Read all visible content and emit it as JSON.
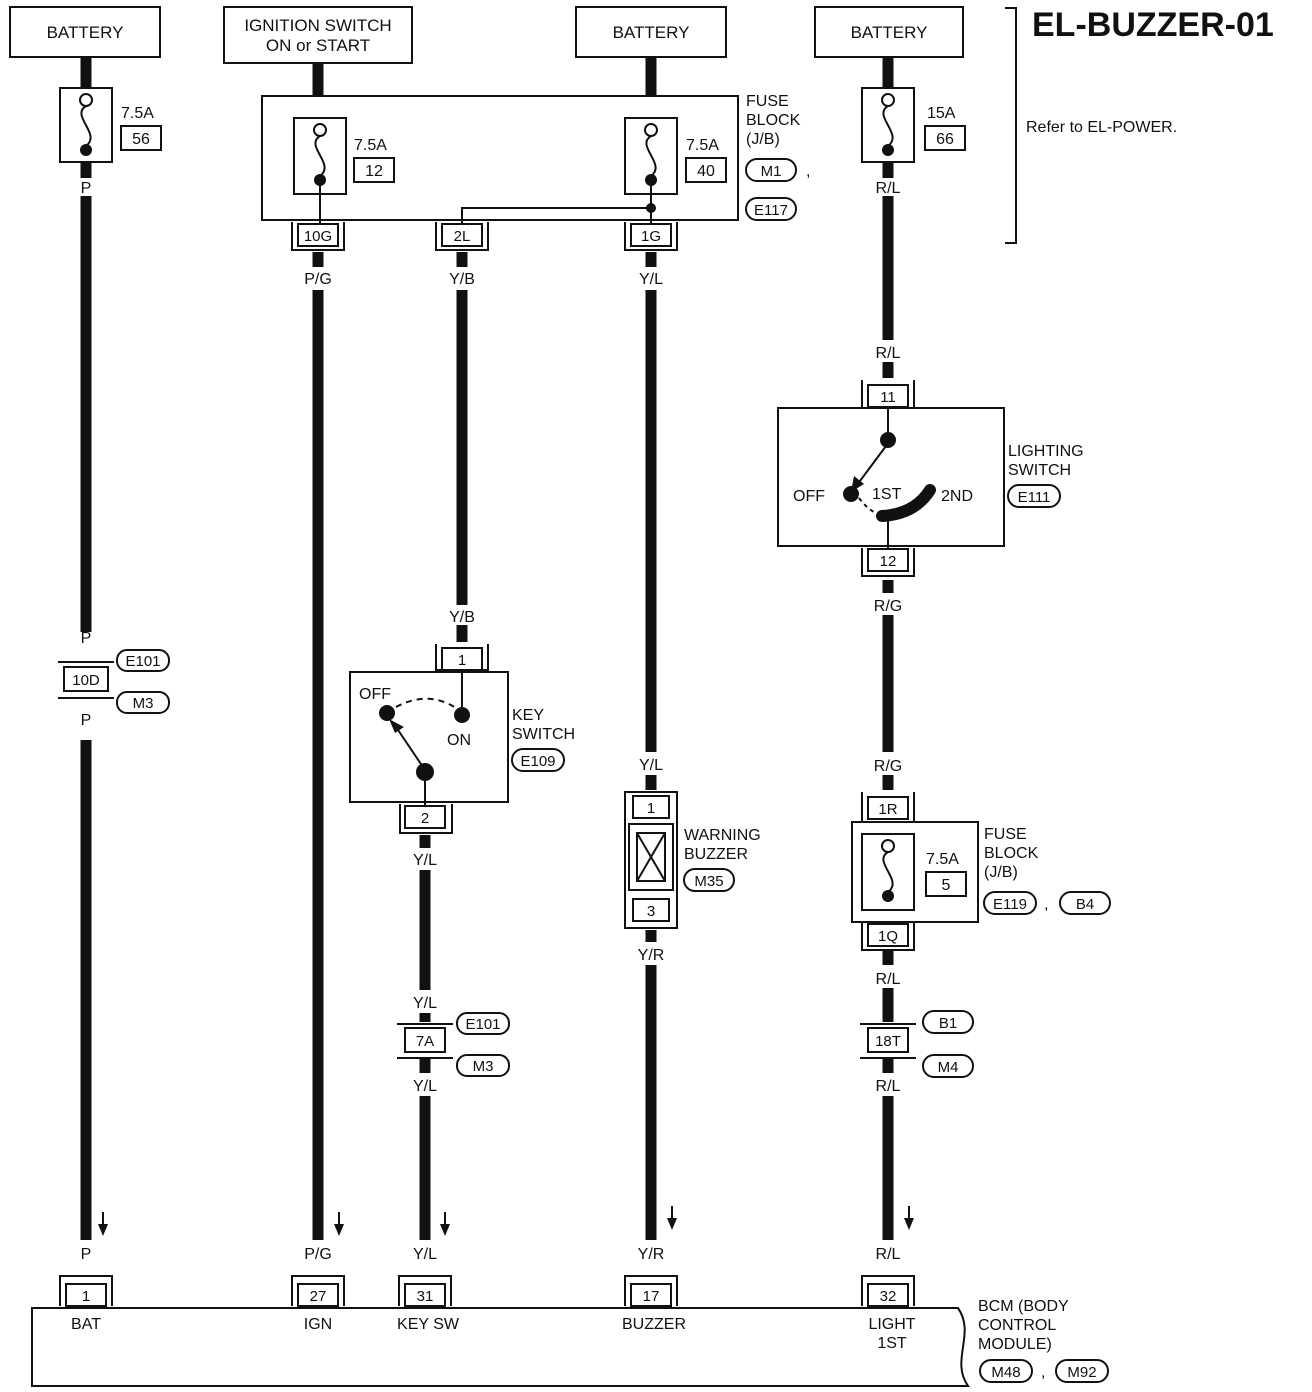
{
  "title": "EL-BUZZER-01",
  "refer_note": "Refer to EL-POWER.",
  "sources": {
    "battery_1": "BATTERY",
    "ign_line1": "IGNITION SWITCH",
    "ign_line2": "ON or START",
    "battery_2": "BATTERY",
    "battery_3": "BATTERY"
  },
  "fuses": {
    "f56": {
      "amp": "7.5A",
      "num": "56"
    },
    "f12": {
      "amp": "7.5A",
      "num": "12"
    },
    "f40": {
      "amp": "7.5A",
      "num": "40"
    },
    "f66": {
      "amp": "15A",
      "num": "66"
    },
    "f5": {
      "amp": "7.5A",
      "num": "5"
    }
  },
  "fuse_block_top": {
    "line1": "FUSE",
    "line2": "BLOCK",
    "line3": "(J/B)",
    "conn_a": "M1",
    "sep": ",",
    "conn_b": "E117"
  },
  "fuse_block_bottom": {
    "line1": "FUSE",
    "line2": "BLOCK",
    "line3": "(J/B)",
    "conn_a": "E119",
    "sep": ",",
    "conn_b": "B4"
  },
  "connectors": {
    "c10G": "10G",
    "c2L": "2L",
    "c1G": "1G",
    "c10D": "10D",
    "c11": "11",
    "c12": "12",
    "ks1": "1",
    "ks2": "2",
    "bz1": "1",
    "bz3": "3",
    "c1R": "1R",
    "c1Q": "1Q",
    "c7A": "7A",
    "c18T": "18T",
    "bcm1": "1",
    "bcm27": "27",
    "bcm31": "31",
    "bcm17": "17",
    "bcm32": "32"
  },
  "harness": {
    "e101_a": "E101",
    "m3_a": "M3",
    "e101_b": "E101",
    "m3_b": "M3",
    "b1": "B1",
    "m4": "M4"
  },
  "wires": {
    "p_top": "P",
    "p_mid1": "P",
    "p_mid2": "P",
    "p_bot": "P",
    "pg_top": "P/G",
    "pg_bot": "P/G",
    "yb_top": "Y/B",
    "yb_mid": "Y/B",
    "yl_top": "Y/L",
    "yl_mid": "Y/L",
    "yl_ks": "Y/L",
    "yl_7a_top": "Y/L",
    "yl_7a_bot": "Y/L",
    "yl_bot": "Y/L",
    "yr_mid": "Y/R",
    "yr_bot": "Y/R",
    "rl_top": "R/L",
    "rl_mid": "R/L",
    "rg_top": "R/G",
    "rg_mid": "R/G",
    "rl_1q": "R/L",
    "rl_18t": "R/L",
    "rl_bot": "R/L"
  },
  "key_switch": {
    "off": "OFF",
    "on": "ON",
    "name1": "KEY",
    "name2": "SWITCH",
    "conn": "E109"
  },
  "warning_buzzer": {
    "name1": "WARNING",
    "name2": "BUZZER",
    "conn": "M35"
  },
  "lighting_switch": {
    "off": "OFF",
    "first": "1ST",
    "second": "2ND",
    "name1": "LIGHTING",
    "name2": "SWITCH",
    "conn": "E111"
  },
  "bcm": {
    "pin_bat": "BAT",
    "pin_ign": "IGN",
    "pin_keysw": "KEY SW",
    "pin_buzzer": "BUZZER",
    "pin_light1": "LIGHT",
    "pin_light2": "1ST",
    "name1": "BCM (BODY",
    "name2": "CONTROL",
    "name3": "MODULE)",
    "conn_a": "M48",
    "sep": ",",
    "conn_b": "M92"
  }
}
